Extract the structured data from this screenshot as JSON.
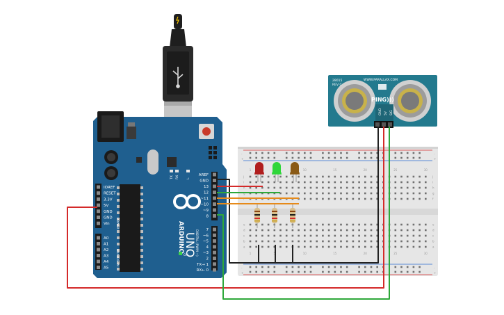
{
  "arduino": {
    "brand": "ARDUINO",
    "model": "UNO",
    "power_header_labels": [
      "IOREF",
      "RESET",
      "3.3V",
      "5V",
      "GND",
      "GND",
      "Vin"
    ],
    "power_section_label": "POWER",
    "analog_labels": [
      "A0",
      "A1",
      "A2",
      "A3",
      "A4",
      "A5"
    ],
    "analog_section_label": "ANALOG IN",
    "digital_labels_top": [
      "AREF",
      "GND",
      "13",
      "12",
      "~11",
      "~10",
      "~9",
      "8"
    ],
    "digital_labels_bottom": [
      "7",
      "~6",
      "~5",
      "4",
      "~3",
      "2",
      "TX→ 1",
      "RX← 0"
    ],
    "digital_section_label": "DIGITAL (PWM ~)",
    "led_labels": [
      "TX",
      "RX",
      "L"
    ],
    "on_label": "ON",
    "board_color": "#1f5f8f"
  },
  "sensor": {
    "title": "PING)))",
    "part_number": "28015",
    "revision": "REV C",
    "website": "WWW.PARALLAX.COM",
    "pin_labels": [
      "GND",
      "5V",
      "SIG"
    ],
    "board_color": "#237a8e"
  },
  "breadboard": {
    "row_letters_top": [
      "j",
      "i",
      "h",
      "g",
      "f"
    ],
    "row_letters_bottom": [
      "e",
      "d",
      "c",
      "b",
      "a"
    ],
    "column_numbers": [
      "1",
      "5",
      "10",
      "15",
      "20",
      "25",
      "30"
    ],
    "rail_plus": "+",
    "rail_minus": "-"
  },
  "components": {
    "leds": [
      {
        "color": "#b01e1e"
      },
      {
        "color": "#2fd63a"
      },
      {
        "color": "#8a5a16"
      }
    ],
    "resistor_count": 3
  },
  "wire_colors": {
    "red": "#d42a2a",
    "green": "#2ea83a",
    "black": "#222222",
    "orange": "#e68a1a"
  }
}
